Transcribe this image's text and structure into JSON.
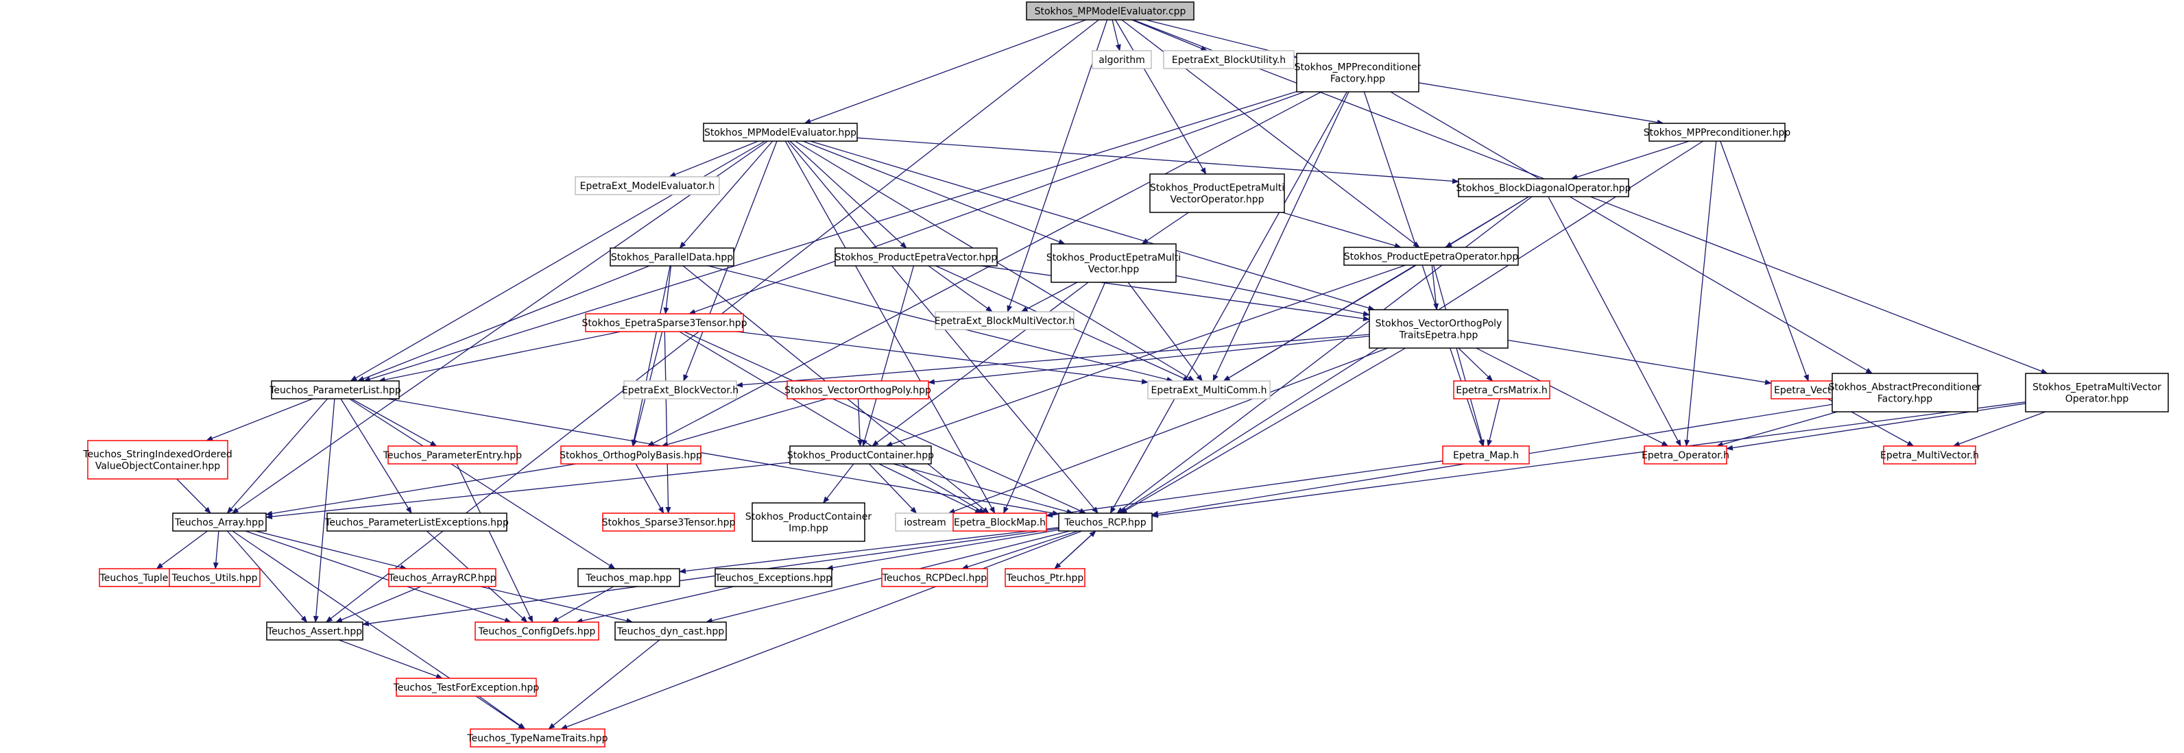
{
  "colors": {
    "edge": "#191970",
    "node_black": "#000000",
    "node_red": "#ff0000",
    "node_gray": "#bfbfbf",
    "root_fill": "#bfbfbf"
  },
  "nodes": [
    {
      "id": "root",
      "lines": [
        "Stokhos_MPModelEvaluator.cpp"
      ],
      "style": "root"
    },
    {
      "id": "algorithm",
      "lines": [
        "algorithm"
      ],
      "style": "gray"
    },
    {
      "id": "ebu",
      "lines": [
        "EpetraExt_BlockUtility.h"
      ],
      "style": "gray"
    },
    {
      "id": "mppf",
      "lines": [
        "Stokhos_MPPreconditioner",
        "Factory.hpp"
      ],
      "style": "black"
    },
    {
      "id": "mpme",
      "lines": [
        "Stokhos_MPModelEvaluator.hpp"
      ],
      "style": "black"
    },
    {
      "id": "mpp",
      "lines": [
        "Stokhos_MPPreconditioner.hpp"
      ],
      "style": "black"
    },
    {
      "id": "eme",
      "lines": [
        "EpetraExt_ModelEvaluator.h"
      ],
      "style": "gray"
    },
    {
      "id": "pemvo",
      "lines": [
        "Stokhos_ProductEpetraMulti",
        "VectorOperator.hpp"
      ],
      "style": "black"
    },
    {
      "id": "bdo",
      "lines": [
        "Stokhos_BlockDiagonalOperator.hpp"
      ],
      "style": "black"
    },
    {
      "id": "pd",
      "lines": [
        "Stokhos_ParallelData.hpp"
      ],
      "style": "black"
    },
    {
      "id": "pev",
      "lines": [
        "Stokhos_ProductEpetraVector.hpp"
      ],
      "style": "black"
    },
    {
      "id": "pemv",
      "lines": [
        "Stokhos_ProductEpetraMulti",
        "Vector.hpp"
      ],
      "style": "black"
    },
    {
      "id": "peo",
      "lines": [
        "Stokhos_ProductEpetraOperator.hpp"
      ],
      "style": "black"
    },
    {
      "id": "ebmv",
      "lines": [
        "EpetraExt_BlockMultiVector.h"
      ],
      "style": "gray"
    },
    {
      "id": "es3t",
      "lines": [
        "Stokhos_EpetraSparse3Tensor.hpp"
      ],
      "style": "red"
    },
    {
      "id": "vopte",
      "lines": [
        "Stokhos_VectorOrthogPoly",
        "TraitsEpetra.hpp"
      ],
      "style": "black"
    },
    {
      "id": "pl",
      "lines": [
        "Teuchos_ParameterList.hpp"
      ],
      "style": "black"
    },
    {
      "id": "ebv",
      "lines": [
        "EpetraExt_BlockVector.h"
      ],
      "style": "gray"
    },
    {
      "id": "emc",
      "lines": [
        "EpetraExt_MultiComm.h"
      ],
      "style": "gray"
    },
    {
      "id": "vop",
      "lines": [
        "Stokhos_VectorOrthogPoly.hpp"
      ],
      "style": "red"
    },
    {
      "id": "ecrs",
      "lines": [
        "Epetra_CrsMatrix.h"
      ],
      "style": "red"
    },
    {
      "id": "evec",
      "lines": [
        "Epetra_Vector.h"
      ],
      "style": "red"
    },
    {
      "id": "apf",
      "lines": [
        "Stokhos_AbstractPreconditioner",
        "Factory.hpp"
      ],
      "style": "black"
    },
    {
      "id": "emvo",
      "lines": [
        "Stokhos_EpetraMultiVector",
        "Operator.hpp"
      ],
      "style": "black"
    },
    {
      "id": "sivoc",
      "lines": [
        "Teuchos_StringIndexedOrdered",
        "ValueObjectContainer.hpp"
      ],
      "style": "red"
    },
    {
      "id": "pe",
      "lines": [
        "Teuchos_ParameterEntry.hpp"
      ],
      "style": "red"
    },
    {
      "id": "opb",
      "lines": [
        "Stokhos_OrthogPolyBasis.hpp"
      ],
      "style": "red"
    },
    {
      "id": "pc",
      "lines": [
        "Stokhos_ProductContainer.hpp"
      ],
      "style": "black"
    },
    {
      "id": "emap",
      "lines": [
        "Epetra_Map.h"
      ],
      "style": "red"
    },
    {
      "id": "eop",
      "lines": [
        "Epetra_Operator.h"
      ],
      "style": "red"
    },
    {
      "id": "emv",
      "lines": [
        "Epetra_MultiVector.h"
      ],
      "style": "red"
    },
    {
      "id": "arr",
      "lines": [
        "Teuchos_Array.hpp"
      ],
      "style": "black"
    },
    {
      "id": "ple",
      "lines": [
        "Teuchos_ParameterListExceptions.hpp"
      ],
      "style": "black"
    },
    {
      "id": "s3t",
      "lines": [
        "Stokhos_Sparse3Tensor.hpp"
      ],
      "style": "red"
    },
    {
      "id": "pci",
      "lines": [
        "Stokhos_ProductContainer",
        "Imp.hpp"
      ],
      "style": "black"
    },
    {
      "id": "ios",
      "lines": [
        "iostream"
      ],
      "style": "gray"
    },
    {
      "id": "ebm",
      "lines": [
        "Epetra_BlockMap.h"
      ],
      "style": "red"
    },
    {
      "id": "rcp",
      "lines": [
        "Teuchos_RCP.hpp"
      ],
      "style": "black"
    },
    {
      "id": "tup",
      "lines": [
        "Teuchos_Tuple.hpp"
      ],
      "style": "red"
    },
    {
      "id": "util",
      "lines": [
        "Teuchos_Utils.hpp"
      ],
      "style": "red"
    },
    {
      "id": "arcp",
      "lines": [
        "Teuchos_ArrayRCP.hpp"
      ],
      "style": "red"
    },
    {
      "id": "map",
      "lines": [
        "Teuchos_map.hpp"
      ],
      "style": "black"
    },
    {
      "id": "exc",
      "lines": [
        "Teuchos_Exceptions.hpp"
      ],
      "style": "black"
    },
    {
      "id": "rcpd",
      "lines": [
        "Teuchos_RCPDecl.hpp"
      ],
      "style": "red"
    },
    {
      "id": "ptr",
      "lines": [
        "Teuchos_Ptr.hpp"
      ],
      "style": "red"
    },
    {
      "id": "asrt",
      "lines": [
        "Teuchos_Assert.hpp"
      ],
      "style": "black"
    },
    {
      "id": "cfg",
      "lines": [
        "Teuchos_ConfigDefs.hpp"
      ],
      "style": "red"
    },
    {
      "id": "dyn",
      "lines": [
        "Teuchos_dyn_cast.hpp"
      ],
      "style": "black"
    },
    {
      "id": "tfe",
      "lines": [
        "Teuchos_TestForException.hpp"
      ],
      "style": "red"
    },
    {
      "id": "tnt",
      "lines": [
        "Teuchos_TypeNameTraits.hpp"
      ],
      "style": "red"
    }
  ],
  "edges": [
    [
      "root",
      "algorithm"
    ],
    [
      "root",
      "ebu"
    ],
    [
      "root",
      "mppf"
    ],
    [
      "root",
      "mpme"
    ],
    [
      "root",
      "ebmv"
    ],
    [
      "root",
      "pemvo"
    ],
    [
      "root",
      "peo"
    ],
    [
      "root",
      "emvo"
    ],
    [
      "root",
      "asrt"
    ],
    [
      "mppf",
      "mpp"
    ],
    [
      "mppf",
      "pl"
    ],
    [
      "mppf",
      "apf"
    ],
    [
      "mppf",
      "es3t"
    ],
    [
      "mppf",
      "opb"
    ],
    [
      "mppf",
      "emc"
    ],
    [
      "mppf",
      "emap"
    ],
    [
      "mppf",
      "rcp"
    ],
    [
      "mpme",
      "eme"
    ],
    [
      "mpme",
      "bdo"
    ],
    [
      "mpme",
      "pd"
    ],
    [
      "mpme",
      "pev"
    ],
    [
      "mpme",
      "pemv"
    ],
    [
      "mpme",
      "vopte"
    ],
    [
      "mpme",
      "ebv"
    ],
    [
      "mpme",
      "emc"
    ],
    [
      "mpme",
      "pl"
    ],
    [
      "mpme",
      "arr"
    ],
    [
      "mpme",
      "ebm"
    ],
    [
      "mpme",
      "rcp"
    ],
    [
      "mpp",
      "bdo"
    ],
    [
      "mpp",
      "evec"
    ],
    [
      "mpp",
      "eop"
    ],
    [
      "mpp",
      "rcp"
    ],
    [
      "pemvo",
      "pemv"
    ],
    [
      "pemvo",
      "peo"
    ],
    [
      "bdo",
      "peo"
    ],
    [
      "bdo",
      "emc"
    ],
    [
      "bdo",
      "eop"
    ],
    [
      "bdo",
      "rcp"
    ],
    [
      "pd",
      "es3t"
    ],
    [
      "pd",
      "pl"
    ],
    [
      "pd",
      "opb"
    ],
    [
      "pd",
      "emc"
    ],
    [
      "pd",
      "ebm"
    ],
    [
      "pev",
      "ebmv"
    ],
    [
      "pev",
      "vopte"
    ],
    [
      "pev",
      "emc"
    ],
    [
      "pev",
      "pc"
    ],
    [
      "pemv",
      "ebmv"
    ],
    [
      "pemv",
      "vopte"
    ],
    [
      "pemv",
      "emc"
    ],
    [
      "pemv",
      "pc"
    ],
    [
      "pemv",
      "ebm"
    ],
    [
      "peo",
      "vopte"
    ],
    [
      "peo",
      "emc"
    ],
    [
      "peo",
      "emap"
    ],
    [
      "peo",
      "pc"
    ],
    [
      "es3t",
      "pl"
    ],
    [
      "es3t",
      "opb"
    ],
    [
      "es3t",
      "s3t"
    ],
    [
      "es3t",
      "emc"
    ],
    [
      "es3t",
      "ebm"
    ],
    [
      "es3t",
      "rcp"
    ],
    [
      "vopte",
      "ebv"
    ],
    [
      "vopte",
      "vop"
    ],
    [
      "vopte",
      "ecrs"
    ],
    [
      "vopte",
      "evec"
    ],
    [
      "vopte",
      "eop"
    ],
    [
      "vopte",
      "ios"
    ],
    [
      "vopte",
      "rcp"
    ],
    [
      "apf",
      "eop"
    ],
    [
      "apf",
      "rcp"
    ],
    [
      "emvo",
      "eop"
    ],
    [
      "emvo",
      "emv"
    ],
    [
      "emvo",
      "rcp"
    ],
    [
      "pl",
      "sivoc"
    ],
    [
      "pl",
      "pe"
    ],
    [
      "pl",
      "arr"
    ],
    [
      "pl",
      "ple"
    ],
    [
      "pl",
      "map"
    ],
    [
      "pl",
      "asrt"
    ],
    [
      "pl",
      "rcp"
    ],
    [
      "sivoc",
      "arr"
    ],
    [
      "pe",
      "cfg"
    ],
    [
      "opb",
      "arr"
    ],
    [
      "opb",
      "s3t"
    ],
    [
      "vop",
      "opb"
    ],
    [
      "vop",
      "pc"
    ],
    [
      "pc",
      "arr"
    ],
    [
      "pc",
      "pci"
    ],
    [
      "pc",
      "ios"
    ],
    [
      "pc",
      "ebm"
    ],
    [
      "pc",
      "rcp"
    ],
    [
      "ecrs",
      "emap"
    ],
    [
      "evec",
      "emv"
    ],
    [
      "emap",
      "ebm"
    ],
    [
      "arr",
      "tup"
    ],
    [
      "arr",
      "util"
    ],
    [
      "arr",
      "arcp"
    ],
    [
      "arr",
      "asrt"
    ],
    [
      "arr",
      "cfg"
    ],
    [
      "arr",
      "tnt"
    ],
    [
      "ple",
      "cfg"
    ],
    [
      "arcp",
      "asrt"
    ],
    [
      "arcp",
      "dyn"
    ],
    [
      "rcp",
      "map"
    ],
    [
      "rcp",
      "exc"
    ],
    [
      "rcp",
      "rcpd"
    ],
    [
      "rcp",
      "ptr"
    ],
    [
      "rcp",
      "asrt"
    ],
    [
      "rcp",
      "dyn"
    ],
    [
      "rcp",
      "tnt"
    ],
    [
      "ptr",
      "rcp"
    ],
    [
      "map",
      "cfg"
    ],
    [
      "exc",
      "cfg"
    ],
    [
      "asrt",
      "tfe"
    ],
    [
      "dyn",
      "tnt"
    ],
    [
      "tfe",
      "tnt"
    ]
  ]
}
